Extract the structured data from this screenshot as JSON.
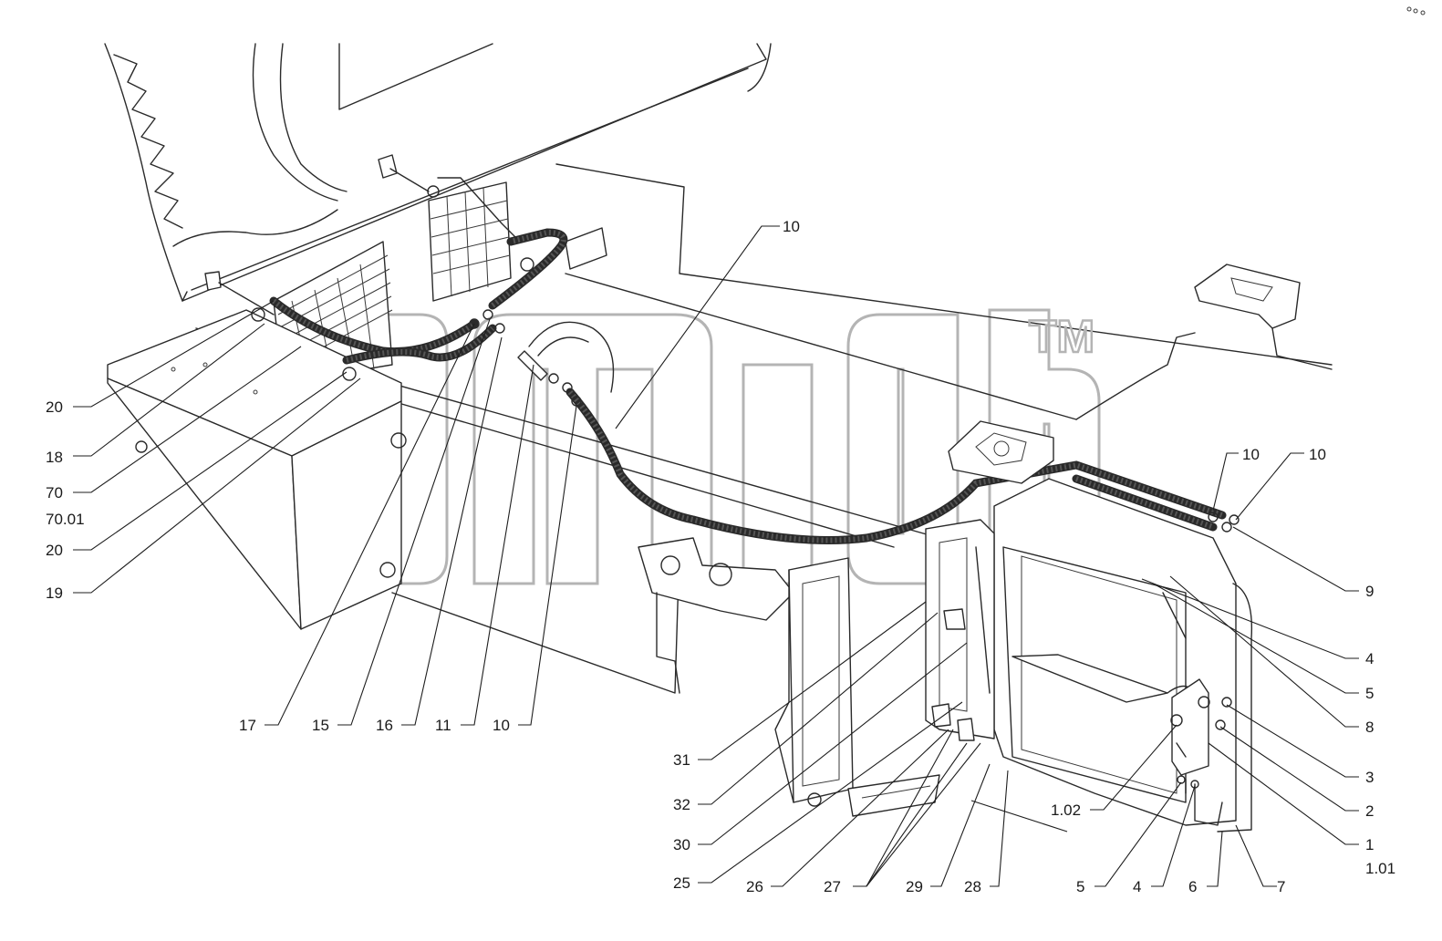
{
  "diagram": {
    "type": "exploded-parts-drawing",
    "callouts": [
      {
        "id": "c-20a",
        "text": "20"
      },
      {
        "id": "c-18",
        "text": "18"
      },
      {
        "id": "c-70",
        "text": "70"
      },
      {
        "id": "c-70-01",
        "text": "70.01"
      },
      {
        "id": "c-20b",
        "text": "20"
      },
      {
        "id": "c-19",
        "text": "19"
      },
      {
        "id": "c-17",
        "text": "17"
      },
      {
        "id": "c-15",
        "text": "15"
      },
      {
        "id": "c-16",
        "text": "16"
      },
      {
        "id": "c-11",
        "text": "11"
      },
      {
        "id": "c-10-bottom",
        "text": "10"
      },
      {
        "id": "c-10-top",
        "text": "10"
      },
      {
        "id": "c-10-right-a",
        "text": "10"
      },
      {
        "id": "c-10-right-b",
        "text": "10"
      },
      {
        "id": "c-9",
        "text": "9"
      },
      {
        "id": "c-4-right",
        "text": "4"
      },
      {
        "id": "c-5-right",
        "text": "5"
      },
      {
        "id": "c-8",
        "text": "8"
      },
      {
        "id": "c-3",
        "text": "3"
      },
      {
        "id": "c-2",
        "text": "2"
      },
      {
        "id": "c-1",
        "text": "1"
      },
      {
        "id": "c-1-01",
        "text": "1.01"
      },
      {
        "id": "c-31",
        "text": "31"
      },
      {
        "id": "c-32",
        "text": "32"
      },
      {
        "id": "c-30",
        "text": "30"
      },
      {
        "id": "c-25",
        "text": "25"
      },
      {
        "id": "c-26",
        "text": "26"
      },
      {
        "id": "c-27",
        "text": "27"
      },
      {
        "id": "c-29",
        "text": "29"
      },
      {
        "id": "c-28",
        "text": "28"
      },
      {
        "id": "c-5-bottom",
        "text": "5"
      },
      {
        "id": "c-4-bottom",
        "text": "4"
      },
      {
        "id": "c-6",
        "text": "6"
      },
      {
        "id": "c-7",
        "text": "7"
      },
      {
        "id": "c-1-02",
        "text": "1.02"
      }
    ]
  },
  "watermark": {
    "trademark_symbol": "TM"
  },
  "colors": {
    "line": "#2a2a2a",
    "watermark": "#b4b4b4",
    "background": "#ffffff"
  }
}
